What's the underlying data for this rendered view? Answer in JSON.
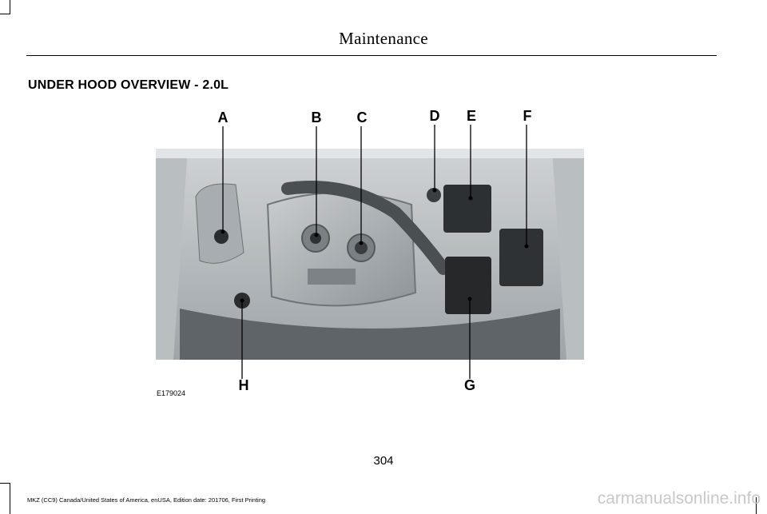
{
  "header": {
    "title": "Maintenance"
  },
  "section": {
    "heading": "UNDER HOOD OVERVIEW - 2.0L"
  },
  "figure": {
    "id": "E179024",
    "labels": {
      "a": "A",
      "b": "B",
      "c": "C",
      "d": "D",
      "e": "E",
      "f": "F",
      "g": "G",
      "h": "H"
    }
  },
  "page": {
    "number": "304"
  },
  "footer": {
    "text": "MKZ (CC9) Canada/United States of America, enUSA, Edition date: 201706, First Printing"
  },
  "watermark": {
    "text": "carmanualsonline.info"
  }
}
